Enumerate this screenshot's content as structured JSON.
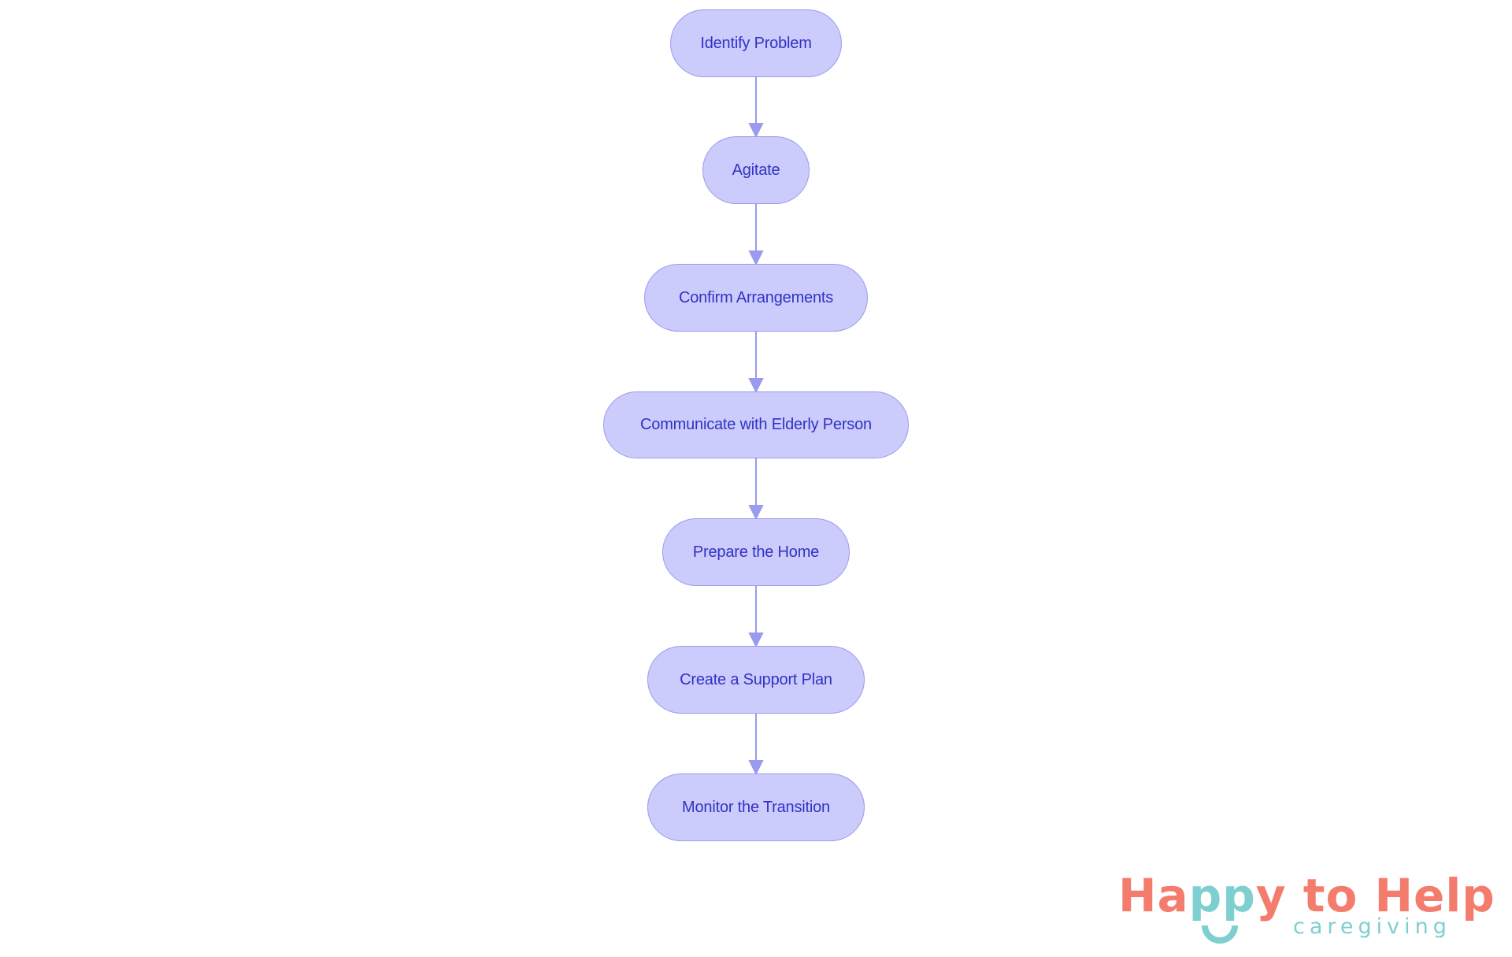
{
  "diagram": {
    "type": "flowchart",
    "direction": "top-to-bottom",
    "colors": {
      "node_fill": "#CBCBFC",
      "node_stroke": "#9B9BEC",
      "node_text": "#3232C4",
      "edge": "#9A9AEE"
    },
    "nodes": [
      {
        "id": "n1",
        "label": "Identify Problem"
      },
      {
        "id": "n2",
        "label": "Agitate"
      },
      {
        "id": "n3",
        "label": "Confirm Arrangements"
      },
      {
        "id": "n4",
        "label": "Communicate with Elderly Person"
      },
      {
        "id": "n5",
        "label": "Prepare the Home"
      },
      {
        "id": "n6",
        "label": "Create a Support Plan"
      },
      {
        "id": "n7",
        "label": "Monitor the Transition"
      }
    ],
    "edges": [
      {
        "from": "n1",
        "to": "n2"
      },
      {
        "from": "n2",
        "to": "n3"
      },
      {
        "from": "n3",
        "to": "n4"
      },
      {
        "from": "n4",
        "to": "n5"
      },
      {
        "from": "n5",
        "to": "n6"
      },
      {
        "from": "n6",
        "to": "n7"
      }
    ]
  },
  "logo": {
    "part1": "Ha",
    "part2": "pp",
    "part3": "y to Help",
    "subtitle": "caregiving",
    "colors": {
      "coral": "#F47C6C",
      "teal": "#7ECFCF"
    }
  }
}
